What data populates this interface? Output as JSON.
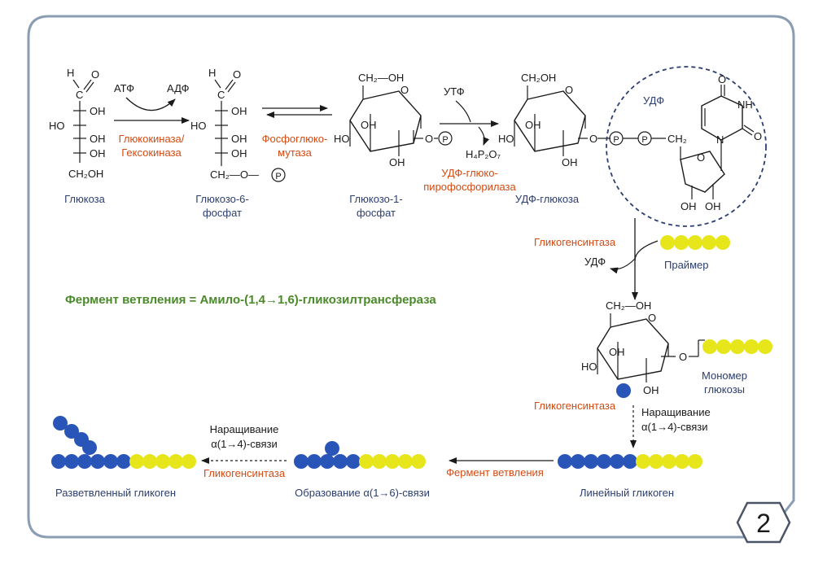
{
  "page_number": "2",
  "title": "Фермент ветвления = Амило-(1,4→1,6)-гликозилтрансфераза",
  "colors": {
    "border": "#8a9db3",
    "enzyme": "#d44a12",
    "label": "#2c3e70",
    "green": "#4a8a2a",
    "blue": "#2a55b8",
    "yellow": "#e6e61a",
    "udp_circle": "#2c3e70"
  },
  "atoms": {
    "H": "H",
    "C": "C",
    "O": "O",
    "OH": "OH",
    "HO": "HO",
    "CH2OH": "CH₂OH",
    "CH2OH_top": "CH₂—OH",
    "CH2_O_P": "CH₂—O—",
    "P": "P",
    "CH2": "CH₂",
    "N": "N",
    "NH": "NH"
  },
  "glucose": {
    "label": "Глюкоза"
  },
  "step1": {
    "atp": "АТФ",
    "adp": "АДФ",
    "enzyme_line1": "Глюкокиназа/",
    "enzyme_line2": "Гексокиназа"
  },
  "g6p": {
    "label_line1": "Глюкозо-6-",
    "label_line2": "фосфат"
  },
  "step2": {
    "enzyme_line1": "Фосфоглюко-",
    "enzyme_line2": "мутаза"
  },
  "g1p": {
    "label_line1": "Глюкозо-1-",
    "label_line2": "фосфат"
  },
  "step3": {
    "utp": "УТФ",
    "ppi": "H₄P₂O₇",
    "enzyme_line1": "УДФ-глюко-",
    "enzyme_line2": "пирофосфорилаза"
  },
  "udpg": {
    "label": "УДФ-глюкоза",
    "udp": "УДФ"
  },
  "step4": {
    "enzyme": "Гликогенсинтаза",
    "udp": "УДФ",
    "primer": "Праймер"
  },
  "monomer": {
    "label_line1": "Мономер",
    "label_line2": "глюкозы"
  },
  "step5": {
    "enzyme": "Гликогенсинтаза",
    "action_line1": "Наращивание",
    "action_line2": "α(1→4)-связи"
  },
  "linear": {
    "label": "Линейный гликоген"
  },
  "step6": {
    "enzyme": "Фермент ветвления"
  },
  "branch_formation": {
    "label": "Образование α(1→6)-связи"
  },
  "step7": {
    "enzyme": "Гликогенсинтаза",
    "action_line1": "Наращивание",
    "action_line2": "α(1→4)-связи"
  },
  "branched": {
    "label": "Разветвленный гликоген"
  }
}
